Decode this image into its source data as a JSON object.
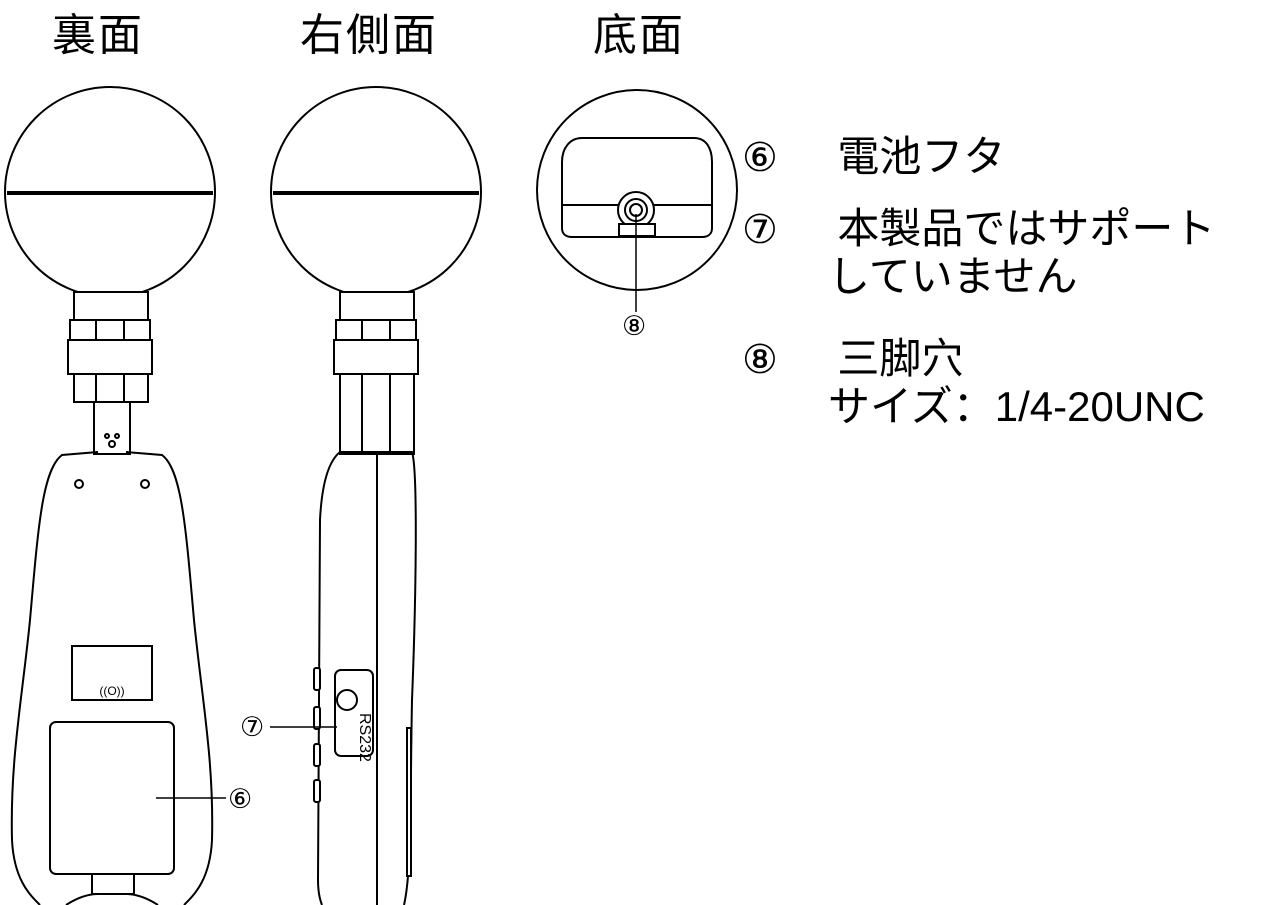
{
  "titles": {
    "back": "裏面",
    "right_side": "右側面",
    "bottom": "底面"
  },
  "legend": {
    "item6_num": "⑥",
    "item6_text": "電池フタ",
    "item7_num": "⑦",
    "item7_text_line1": "本製品ではサポート",
    "item7_text_line2": "していません",
    "item8_num": "⑧",
    "item8_text_line1": "三脚穴",
    "item8_text_line2_prefix": "サイズ：",
    "item8_text_line2_value": "1/4-20UNC"
  },
  "callouts": {
    "battery": "⑥",
    "rs232": "⑦",
    "tripod": "⑧"
  },
  "device_labels": {
    "rs232_port": "RS232",
    "buzzer_symbol": "((O))"
  }
}
